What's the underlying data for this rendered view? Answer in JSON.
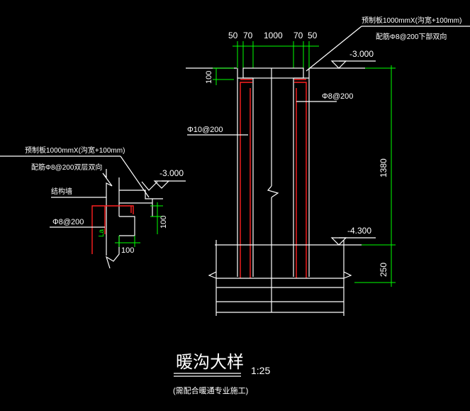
{
  "right_detail": {
    "note_line1": "预制板1000mmX(沟宽+100mm)",
    "note_line2": "配筋Φ8@200下部双向",
    "dim_top": [
      "50",
      "70",
      "1000",
      "70",
      "50"
    ],
    "level_top": "-3.000",
    "dim_100": "100",
    "rebar_inner": "Φ8@200",
    "rebar_outer": "Φ10@200",
    "dim_1380": "1380",
    "level_bottom": "-4.300",
    "dim_250": "250"
  },
  "left_detail": {
    "note_line1": "预制板1000mmX(沟宽+100mm)",
    "note_line2": "配筋Φ8@200双层双向",
    "level": "-3.000",
    "wall_label": "结构墙",
    "rebar": "Φ8@200",
    "anchor": "La",
    "dim_100_v": "100",
    "dim_100_h": "100"
  },
  "title": {
    "main": "暖沟大样",
    "scale": "1:25",
    "sub": "(需配合暖通专业施工)"
  },
  "colors": {
    "background": "#000000",
    "outline": "#ffffff",
    "dimension": "#00ff00",
    "rebar": "#ff2020"
  }
}
